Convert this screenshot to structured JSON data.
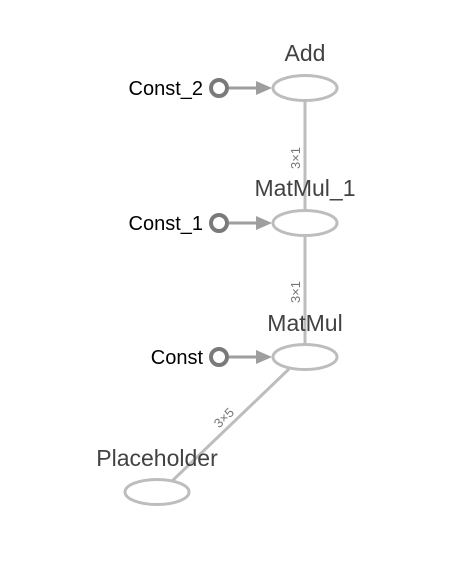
{
  "nodes": {
    "add": {
      "label": "Add"
    },
    "matmul_1": {
      "label": "MatMul_1"
    },
    "matmul": {
      "label": "MatMul"
    },
    "placeholder": {
      "label": "Placeholder"
    },
    "const_2": {
      "label": "Const_2"
    },
    "const_1": {
      "label": "Const_1"
    },
    "const": {
      "label": "Const"
    }
  },
  "edges": {
    "matmul_1_to_add": {
      "shape": "3×1"
    },
    "matmul_to_matmul_1": {
      "shape": "3×1"
    },
    "placeholder_to_matmul": {
      "shape": "3×5"
    }
  },
  "colors": {
    "op_stroke": "#bdbdbd",
    "const_stroke": "#7a7a7a",
    "edge": "#bdbdbd",
    "const_edge": "#9e9e9e",
    "op_text": "#424242",
    "shape_text": "#757575"
  }
}
